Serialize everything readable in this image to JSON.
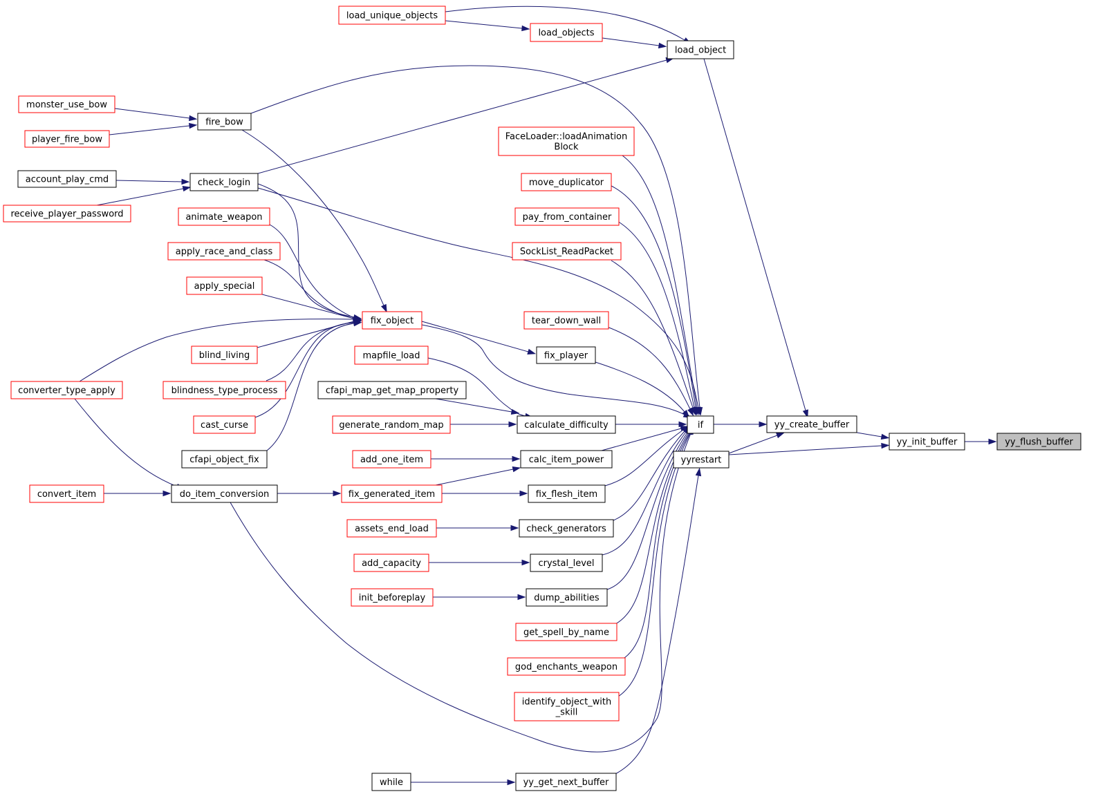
{
  "colors": {
    "edge": "#191970",
    "link_border": "#ff0000",
    "plain_border": "#000000",
    "focus_fill": "#bfbfbf"
  },
  "nodes": {
    "yy_flush_buffer": {
      "label": [
        "yy_flush_buffer"
      ],
      "style": "focus"
    },
    "yy_init_buffer": {
      "label": [
        "yy_init_buffer"
      ],
      "style": "plain"
    },
    "yy_create_buffer": {
      "label": [
        "yy_create_buffer"
      ],
      "style": "plain"
    },
    "yyrestart": {
      "label": [
        "yyrestart"
      ],
      "style": "plain"
    },
    "load_object": {
      "label": [
        "load_object"
      ],
      "style": "plain"
    },
    "if": {
      "label": [
        "if"
      ],
      "style": "plain"
    },
    "load_unique_objects": {
      "label": [
        "load_unique_objects"
      ],
      "style": "link"
    },
    "load_objects": {
      "label": [
        "load_objects"
      ],
      "style": "link"
    },
    "faceloader_block": {
      "label": [
        "FaceLoader::loadAnimation",
        "Block"
      ],
      "style": "link"
    },
    "move_duplicator": {
      "label": [
        "move_duplicator"
      ],
      "style": "link"
    },
    "pay_from_container": {
      "label": [
        "pay_from_container"
      ],
      "style": "link"
    },
    "socklist_readpacket": {
      "label": [
        "SockList_ReadPacket"
      ],
      "style": "link"
    },
    "tear_down_wall": {
      "label": [
        "tear_down_wall"
      ],
      "style": "link"
    },
    "fix_player": {
      "label": [
        "fix_player"
      ],
      "style": "plain"
    },
    "calculate_difficulty": {
      "label": [
        "calculate_difficulty"
      ],
      "style": "plain"
    },
    "calc_item_power": {
      "label": [
        "calc_item_power"
      ],
      "style": "plain"
    },
    "fix_flesh_item": {
      "label": [
        "fix_flesh_item"
      ],
      "style": "plain"
    },
    "check_generators": {
      "label": [
        "check_generators"
      ],
      "style": "plain"
    },
    "crystal_level": {
      "label": [
        "crystal_level"
      ],
      "style": "plain"
    },
    "dump_abilities": {
      "label": [
        "dump_abilities"
      ],
      "style": "plain"
    },
    "get_spell_by_name": {
      "label": [
        "get_spell_by_name"
      ],
      "style": "link"
    },
    "god_enchants_weapon": {
      "label": [
        "god_enchants_weapon"
      ],
      "style": "link"
    },
    "identify_object_with_skill": {
      "label": [
        "identify_object_with",
        "_skill"
      ],
      "style": "link"
    },
    "yy_get_next_buffer": {
      "label": [
        "yy_get_next_buffer"
      ],
      "style": "plain"
    },
    "fix_object": {
      "label": [
        "fix_object"
      ],
      "style": "link"
    },
    "mapfile_load": {
      "label": [
        "mapfile_load"
      ],
      "style": "link"
    },
    "cfapi_map_get_map_property": {
      "label": [
        "cfapi_map_get_map_property"
      ],
      "style": "plain"
    },
    "generate_random_map": {
      "label": [
        "generate_random_map"
      ],
      "style": "link"
    },
    "add_one_item": {
      "label": [
        "add_one_item"
      ],
      "style": "link"
    },
    "fix_generated_item": {
      "label": [
        "fix_generated_item"
      ],
      "style": "link"
    },
    "assets_end_load": {
      "label": [
        "assets_end_load"
      ],
      "style": "link"
    },
    "add_capacity": {
      "label": [
        "add_capacity"
      ],
      "style": "link"
    },
    "init_beforeplay": {
      "label": [
        "init_beforeplay"
      ],
      "style": "link"
    },
    "while": {
      "label": [
        "while"
      ],
      "style": "plain"
    },
    "fire_bow": {
      "label": [
        "fire_bow"
      ],
      "style": "plain"
    },
    "check_login": {
      "label": [
        "check_login"
      ],
      "style": "plain"
    },
    "animate_weapon": {
      "label": [
        "animate_weapon"
      ],
      "style": "link"
    },
    "apply_race_and_class": {
      "label": [
        "apply_race_and_class"
      ],
      "style": "link"
    },
    "apply_special": {
      "label": [
        "apply_special"
      ],
      "style": "link"
    },
    "blind_living": {
      "label": [
        "blind_living"
      ],
      "style": "link"
    },
    "blindness_type_process": {
      "label": [
        "blindness_type_process"
      ],
      "style": "link"
    },
    "cast_curse": {
      "label": [
        "cast_curse"
      ],
      "style": "link"
    },
    "cfapi_object_fix": {
      "label": [
        "cfapi_object_fix"
      ],
      "style": "plain"
    },
    "do_item_conversion": {
      "label": [
        "do_item_conversion"
      ],
      "style": "plain"
    },
    "monster_use_bow": {
      "label": [
        "monster_use_bow"
      ],
      "style": "link"
    },
    "player_fire_bow": {
      "label": [
        "player_fire_bow"
      ],
      "style": "link"
    },
    "account_play_cmd": {
      "label": [
        "account_play_cmd"
      ],
      "style": "plain"
    },
    "receive_player_password": {
      "label": [
        "receive_player_password"
      ],
      "style": "link"
    },
    "converter_type_apply": {
      "label": [
        "converter_type_apply"
      ],
      "style": "link"
    },
    "convert_item": {
      "label": [
        "convert_item"
      ],
      "style": "link"
    }
  },
  "edges": [
    {
      "from": "yy_init_buffer",
      "to": "yy_flush_buffer"
    },
    {
      "from": "yy_create_buffer",
      "to": "yy_init_buffer"
    },
    {
      "from": "yyrestart",
      "to": "yy_init_buffer"
    },
    {
      "from": "load_object",
      "to": "yy_create_buffer"
    },
    {
      "from": "if",
      "to": "yy_create_buffer"
    },
    {
      "from": "yyrestart",
      "to": "yy_create_buffer"
    },
    {
      "from": "load_unique_objects",
      "to": "load_object"
    },
    {
      "from": "load_objects",
      "to": "load_object"
    },
    {
      "from": "check_login",
      "to": "load_object"
    },
    {
      "from": "load_unique_objects",
      "to": "load_objects"
    },
    {
      "from": "fire_bow",
      "to": "if"
    },
    {
      "from": "check_login",
      "to": "if"
    },
    {
      "from": "faceloader_block",
      "to": "if"
    },
    {
      "from": "move_duplicator",
      "to": "if"
    },
    {
      "from": "pay_from_container",
      "to": "if"
    },
    {
      "from": "socklist_readpacket",
      "to": "if"
    },
    {
      "from": "tear_down_wall",
      "to": "if"
    },
    {
      "from": "fix_object",
      "to": "if"
    },
    {
      "from": "fix_player",
      "to": "if"
    },
    {
      "from": "calculate_difficulty",
      "to": "if"
    },
    {
      "from": "calc_item_power",
      "to": "if"
    },
    {
      "from": "fix_flesh_item",
      "to": "if"
    },
    {
      "from": "check_generators",
      "to": "if"
    },
    {
      "from": "crystal_level",
      "to": "if"
    },
    {
      "from": "dump_abilities",
      "to": "if"
    },
    {
      "from": "get_spell_by_name",
      "to": "if"
    },
    {
      "from": "god_enchants_weapon",
      "to": "if"
    },
    {
      "from": "identify_object_with_skill",
      "to": "if"
    },
    {
      "from": "do_item_conversion",
      "to": "if"
    },
    {
      "from": "yy_get_next_buffer",
      "to": "yyrestart"
    },
    {
      "from": "while",
      "to": "yy_get_next_buffer"
    },
    {
      "from": "fix_object",
      "to": "fix_player"
    },
    {
      "from": "mapfile_load",
      "to": "calculate_difficulty"
    },
    {
      "from": "cfapi_map_get_map_property",
      "to": "calculate_difficulty"
    },
    {
      "from": "generate_random_map",
      "to": "calculate_difficulty"
    },
    {
      "from": "add_one_item",
      "to": "calc_item_power"
    },
    {
      "from": "fix_generated_item",
      "to": "calc_item_power"
    },
    {
      "from": "fix_generated_item",
      "to": "fix_flesh_item"
    },
    {
      "from": "assets_end_load",
      "to": "check_generators"
    },
    {
      "from": "add_capacity",
      "to": "crystal_level"
    },
    {
      "from": "init_beforeplay",
      "to": "dump_abilities"
    },
    {
      "from": "do_item_conversion",
      "to": "fix_generated_item"
    },
    {
      "from": "fire_bow",
      "to": "fix_object"
    },
    {
      "from": "check_login",
      "to": "fix_object"
    },
    {
      "from": "animate_weapon",
      "to": "fix_object"
    },
    {
      "from": "apply_race_and_class",
      "to": "fix_object"
    },
    {
      "from": "apply_special",
      "to": "fix_object"
    },
    {
      "from": "blind_living",
      "to": "fix_object"
    },
    {
      "from": "blindness_type_process",
      "to": "fix_object"
    },
    {
      "from": "cast_curse",
      "to": "fix_object"
    },
    {
      "from": "cfapi_object_fix",
      "to": "fix_object"
    },
    {
      "from": "converter_type_apply",
      "to": "fix_object"
    },
    {
      "from": "monster_use_bow",
      "to": "fire_bow"
    },
    {
      "from": "player_fire_bow",
      "to": "fire_bow"
    },
    {
      "from": "account_play_cmd",
      "to": "check_login"
    },
    {
      "from": "receive_player_password",
      "to": "check_login"
    },
    {
      "from": "converter_type_apply",
      "to": "do_item_conversion"
    },
    {
      "from": "convert_item",
      "to": "do_item_conversion"
    }
  ]
}
